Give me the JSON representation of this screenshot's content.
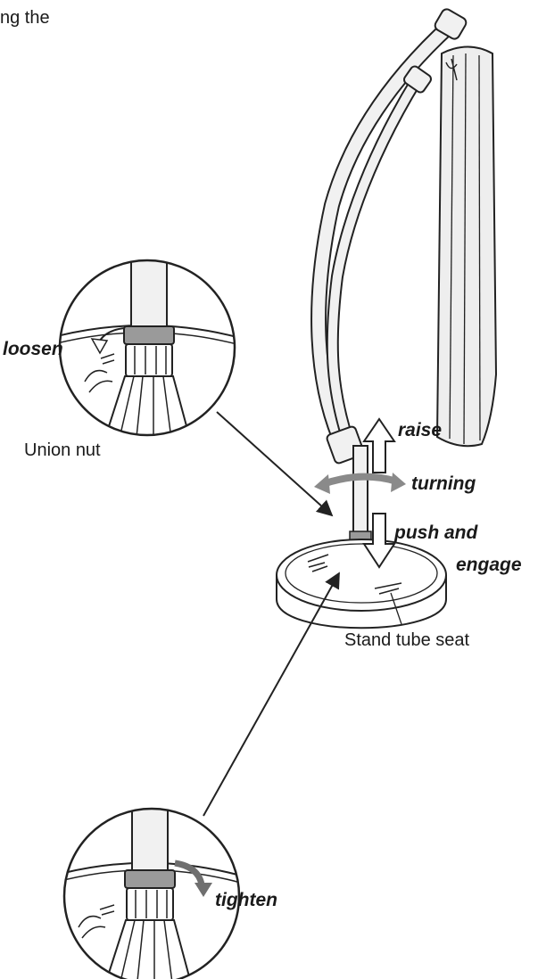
{
  "labels": {
    "header_fragment": "ng the",
    "loosen": "loosen",
    "union_nut": "Union nut",
    "raise": "raise",
    "turning": "turning",
    "push_and": "push and",
    "engage": "engage",
    "stand_tube_seat": "Stand tube seat",
    "tighten": "tighten"
  },
  "colors": {
    "line": "#222222",
    "pole_fill": "#f1f1f1",
    "canopy_fill": "#eeeeee",
    "turning_arrow": "#8a8a8a",
    "nut_fill": "#9a9a9a",
    "arrow_fill": "#ffffff"
  }
}
